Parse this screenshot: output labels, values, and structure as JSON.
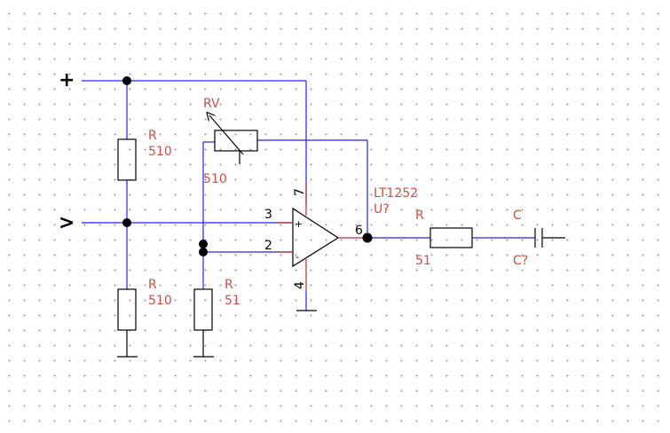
{
  "ports": {
    "plus": "+",
    "input": ">"
  },
  "components": {
    "r_top": {
      "ref": "R",
      "value": "510"
    },
    "r_bottom": {
      "ref": "R",
      "value": "510"
    },
    "r_ground": {
      "ref": "R",
      "value": "51"
    },
    "rv": {
      "ref": "RV",
      "value": "510"
    },
    "opamp": {
      "part": "LT1252",
      "ref": "U?",
      "plus_sign": "+",
      "minus_sign": "-"
    },
    "r_out": {
      "ref": "R",
      "value": "51"
    },
    "c_out": {
      "ref": "C",
      "value": "C?"
    }
  },
  "pins": {
    "p3": "3",
    "p2": "2",
    "p6": "6",
    "p7": "7",
    "p4": "4"
  },
  "colors": {
    "wire": "#2020ff",
    "label": "#c8504a",
    "pin": "#b03030",
    "component": "#000000",
    "grid_dot": "#9a9a9a"
  }
}
